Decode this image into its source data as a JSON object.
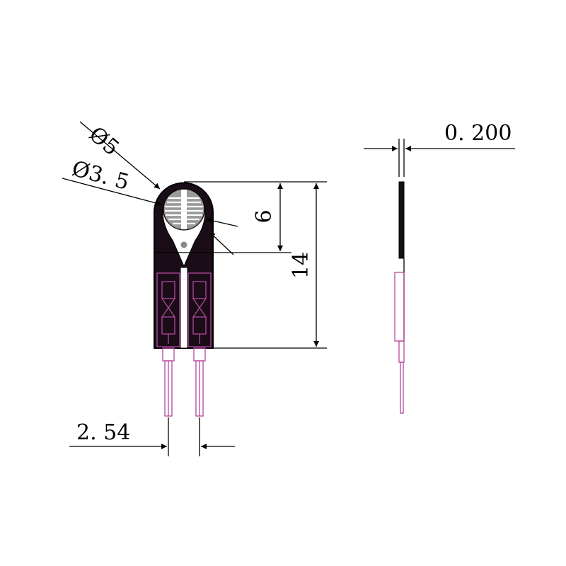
{
  "dimensions": {
    "outer_diameter": "Ø5",
    "inner_diameter": "Ø3. 5",
    "head_length": "6",
    "total_length": "14",
    "pin_pitch": "2. 54",
    "thickness": "0. 200"
  },
  "colors": {
    "line": "#000000",
    "trace": "#b5469f",
    "sensor_gray": "#9a9a9a"
  }
}
